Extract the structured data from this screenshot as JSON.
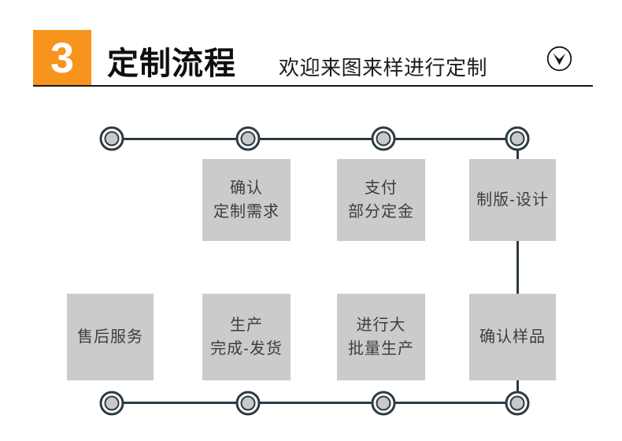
{
  "header": {
    "step_number": "3",
    "title": "定制流程",
    "subtitle": "欢迎来图来样进行定制",
    "icon": "circled-chevron-down"
  },
  "flow": {
    "steps": {
      "confirm_needs": {
        "line1": "确认",
        "line2": "定制需求"
      },
      "pay_deposit": {
        "line1": "支付",
        "line2": "部分定金"
      },
      "plate_design": {
        "line1": "制版-设计"
      },
      "after_sales": {
        "line1": "售后服务"
      },
      "production_ship": {
        "line1": "生产",
        "line2": "完成-发货"
      },
      "mass_production": {
        "line1": "进行大",
        "line2": "批量生产"
      },
      "confirm_sample": {
        "line1": "确认样品"
      }
    },
    "node_count_top": 4,
    "node_count_bottom": 4
  },
  "colors": {
    "accent_orange": "#f7941e",
    "connector_dark": "#2c3a43",
    "box_gray": "#cbcbcb",
    "node_gray": "#c9c9c9"
  }
}
